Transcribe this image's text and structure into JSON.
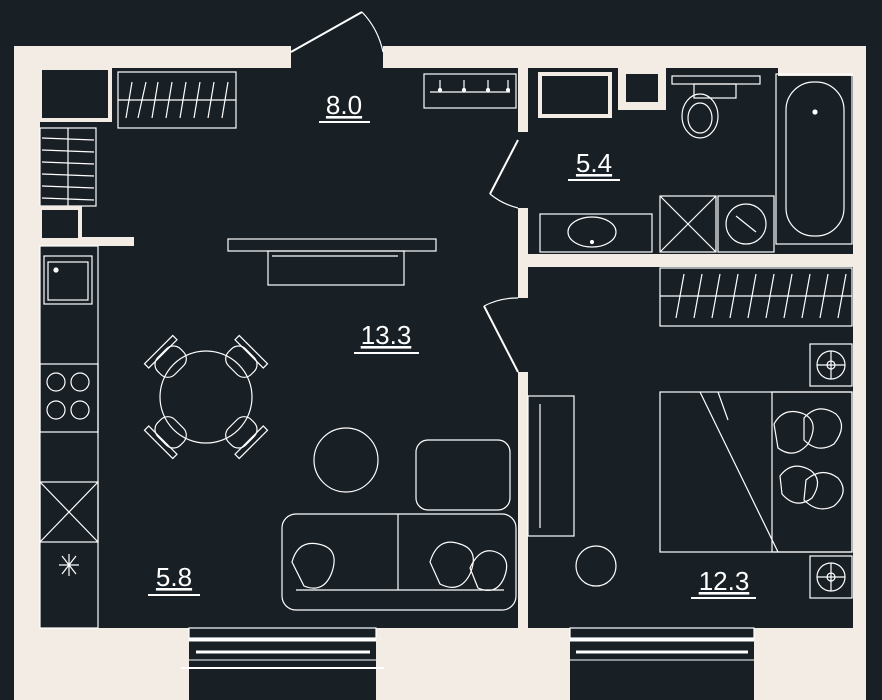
{
  "colors": {
    "background": "#181f25",
    "wall": "#f3ece4",
    "line": "#ffffff"
  },
  "rooms": {
    "hall_area": "8.0",
    "bathroom_area": "5.4",
    "living_area": "13.3",
    "kitchen_area": "5.8",
    "bedroom_area": "12.3"
  },
  "icons": [
    "door-swing-icon",
    "wardrobe-icon",
    "toilet-icon",
    "bathtub-icon",
    "sink-icon",
    "washing-machine-icon",
    "stove-icon",
    "dining-table-icon",
    "sofa-icon",
    "bed-icon",
    "lamp-icon"
  ]
}
